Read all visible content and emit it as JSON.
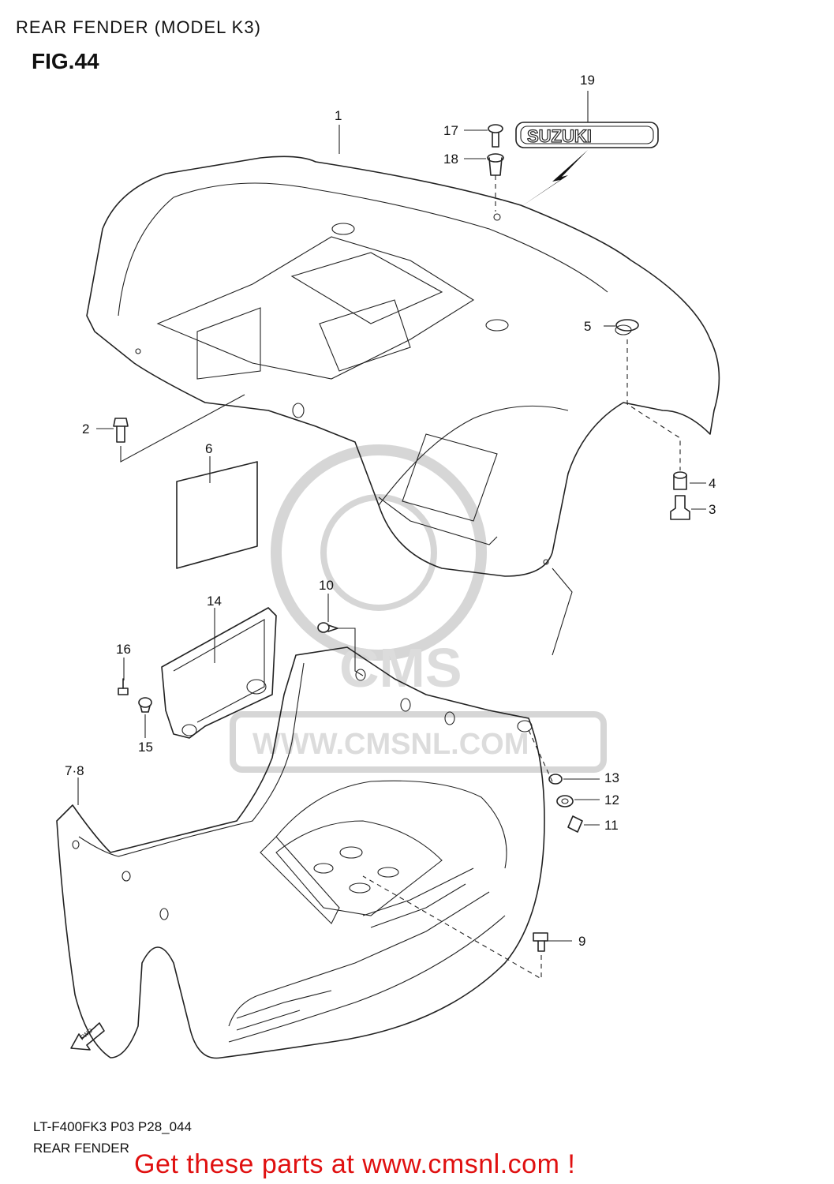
{
  "header": {
    "title": "REAR FENDER (MODEL K3)",
    "figure": "FIG.44"
  },
  "callouts": [
    {
      "id": "1",
      "label": "1"
    },
    {
      "id": "2",
      "label": "2"
    },
    {
      "id": "3",
      "label": "3"
    },
    {
      "id": "4",
      "label": "4"
    },
    {
      "id": "5",
      "label": "5"
    },
    {
      "id": "6",
      "label": "6"
    },
    {
      "id": "7-8",
      "label": "7·8"
    },
    {
      "id": "9",
      "label": "9"
    },
    {
      "id": "10",
      "label": "10"
    },
    {
      "id": "11",
      "label": "11"
    },
    {
      "id": "12",
      "label": "12"
    },
    {
      "id": "13",
      "label": "13"
    },
    {
      "id": "14",
      "label": "14"
    },
    {
      "id": "15",
      "label": "15"
    },
    {
      "id": "16",
      "label": "16"
    },
    {
      "id": "17",
      "label": "17"
    },
    {
      "id": "18",
      "label": "18"
    },
    {
      "id": "19",
      "label": "19"
    }
  ],
  "emblem": {
    "text": "SUZUKI"
  },
  "direction": {
    "text": "FWD"
  },
  "watermark": {
    "brand": "CMS",
    "url": "WWW.CMSNL.COM"
  },
  "footer": {
    "code": "LT-F400FK3 P03 P28_044",
    "caption": "REAR FENDER",
    "promo": "Get these parts at www.cmsnl.com !"
  }
}
